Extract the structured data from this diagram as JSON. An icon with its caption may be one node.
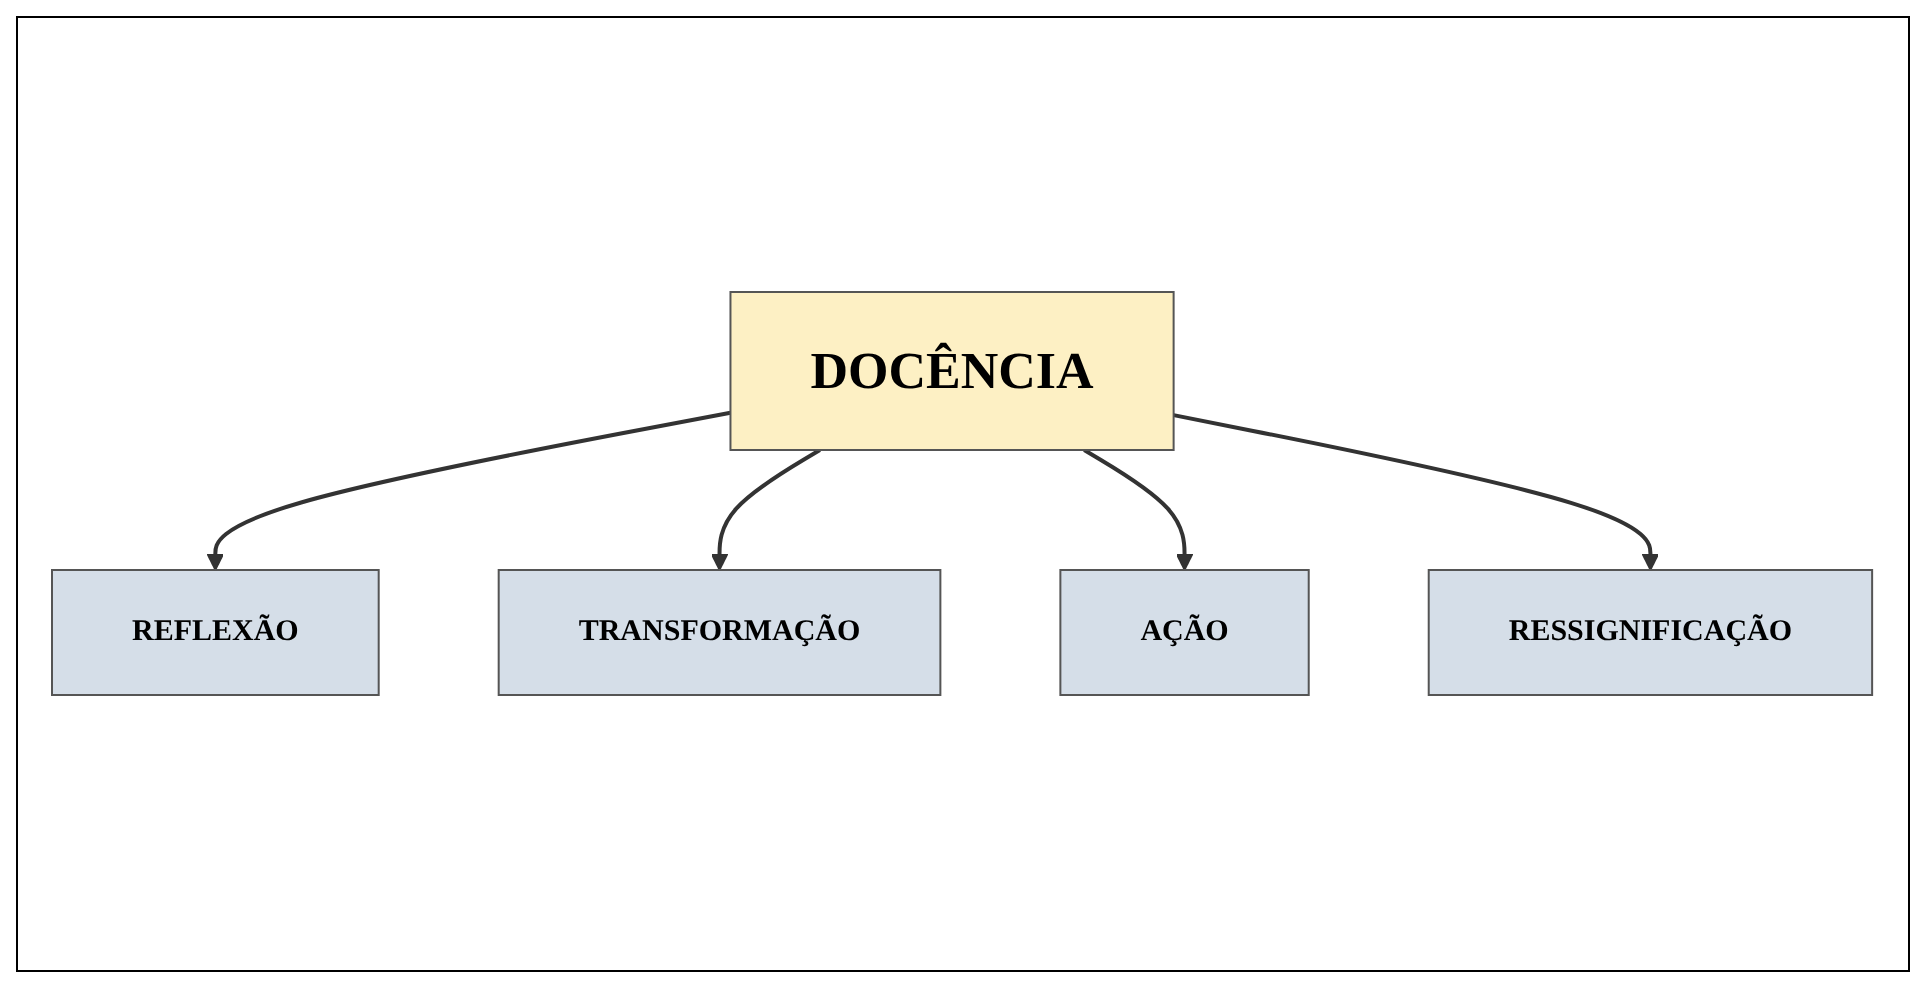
{
  "diagram": {
    "nodes": [
      {
        "text": [
          "DOCÊNCIA"
        ]
      },
      {
        "text": [
          "REFLEXÃO"
        ]
      },
      {
        "text": [
          "TRANSFORMAÇÃO"
        ]
      },
      {
        "text": [
          "AÇÃO"
        ]
      },
      {
        "text": [
          "RESSIGNIFICAÇÃO"
        ]
      }
    ],
    "edges": [
      {
        "from": 0,
        "to": 1,
        "arrow": "to"
      },
      {
        "from": 0,
        "to": 2,
        "arrow": "to"
      },
      {
        "from": 0,
        "to": 3,
        "arrow": "to"
      },
      {
        "from": 0,
        "to": 4,
        "arrow": "to"
      }
    ]
  }
}
